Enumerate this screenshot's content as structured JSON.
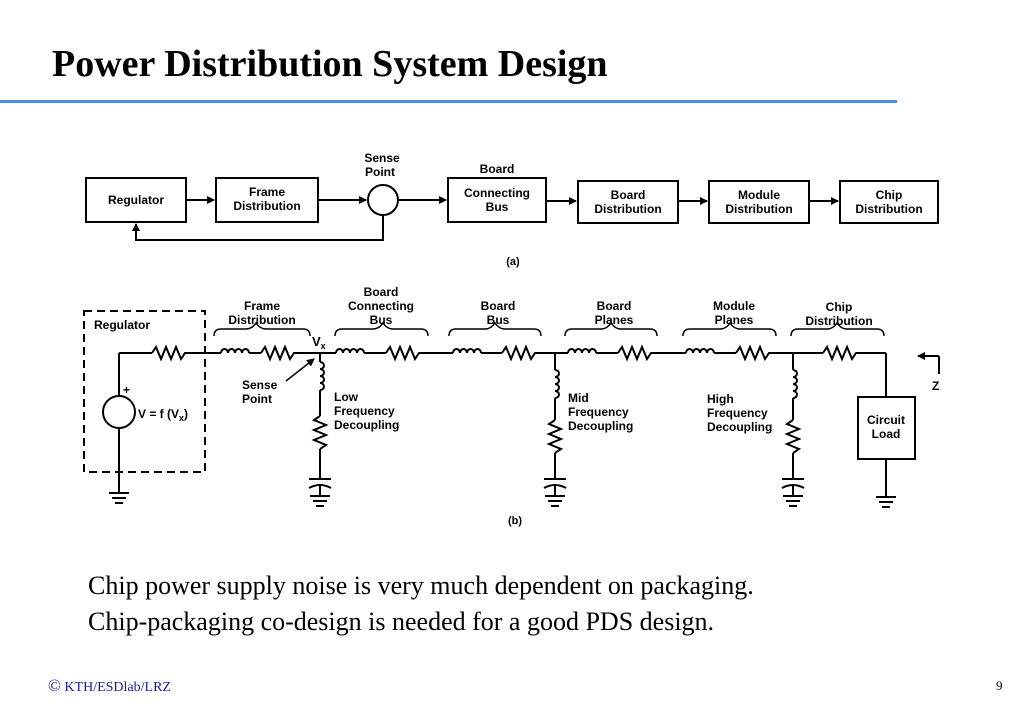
{
  "slide": {
    "title": "Power Distribution System Design",
    "page_number": "9"
  },
  "footer": {
    "copyright_symbol": "©",
    "credit": "KTH/ESDlab/LRZ"
  },
  "body": {
    "line1": "Chip power supply noise is very much dependent on packaging.",
    "line2": "Chip-packaging co-design is needed for a good PDS design."
  },
  "diagram_a": {
    "caption": "(a)",
    "regulator": "Regulator",
    "frame_1": "Frame",
    "frame_2": "Distribution",
    "sense_1": "Sense",
    "sense_2": "Point",
    "board_top": "Board",
    "conn_1": "Connecting",
    "conn_2": "Bus",
    "bd_1": "Board",
    "bd_2": "Distribution",
    "mod_1": "Module",
    "mod_2": "Distribution",
    "chip_1": "Chip",
    "chip_2": "Distribution"
  },
  "diagram_b": {
    "caption": "(b)",
    "regulator": "Regulator",
    "source_plus": "+",
    "source_eq": "V = f (V",
    "source_sub": "x",
    "source_close": ")",
    "vx": "V",
    "vx_sub": "x",
    "frame_1": "Frame",
    "frame_2": "Distribution",
    "bcb_1": "Board",
    "bcb_2": "Connecting",
    "bcb_3": "Bus",
    "bbus_1": "Board",
    "bbus_2": "Bus",
    "bplanes_1": "Board",
    "bplanes_2": "Planes",
    "mplanes_1": "Module",
    "mplanes_2": "Planes",
    "chipd_1": "Chip",
    "chipd_2": "Distribution",
    "sense_1": "Sense",
    "sense_2": "Point",
    "low_1": "Low",
    "low_2": "Frequency",
    "low_3": "Decoupling",
    "mid_1": "Mid",
    "mid_2": "Frequency",
    "mid_3": "Decoupling",
    "high_1": "High",
    "high_2": "Frequency",
    "high_3": "Decoupling",
    "load_1": "Circuit",
    "load_2": "Load",
    "z_label": "Z"
  }
}
